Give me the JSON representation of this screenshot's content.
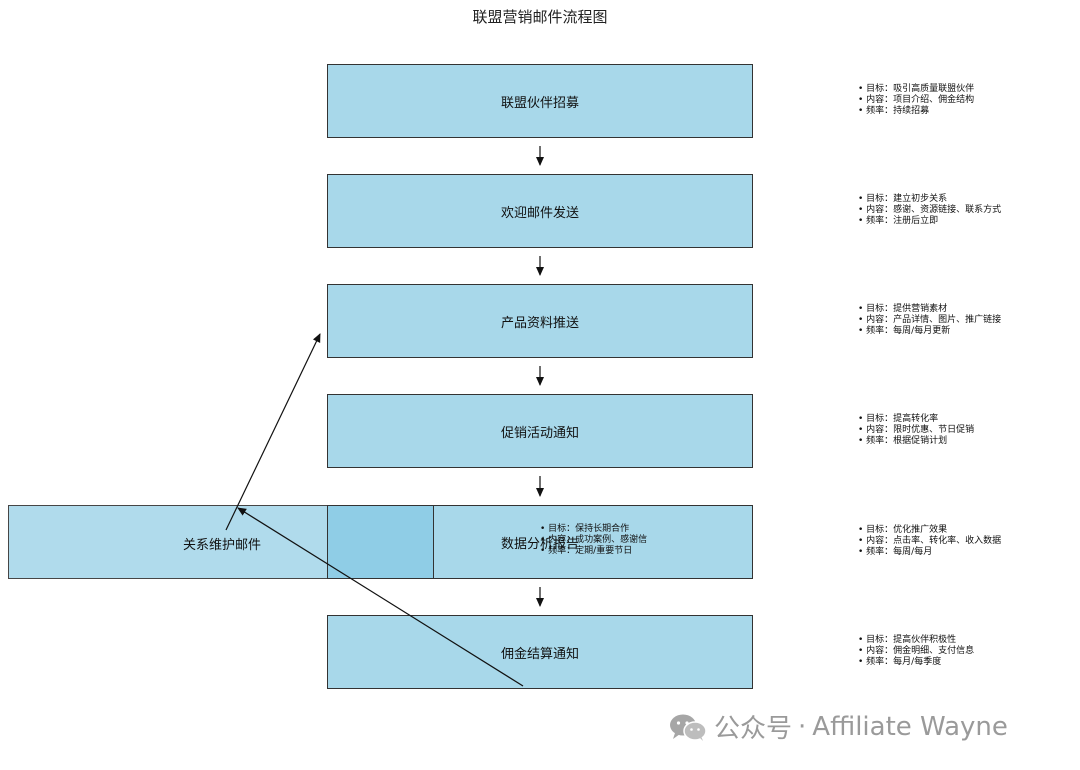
{
  "title": "联盟营销邮件流程图",
  "steps": [
    {
      "label": "联盟伙伴招募",
      "notes": [
        "目标：吸引高质量联盟伙伴",
        "内容：项目介绍、佣金结构",
        "频率：持续招募"
      ]
    },
    {
      "label": "欢迎邮件发送",
      "notes": [
        "目标：建立初步关系",
        "内容：感谢、资源链接、联系方式",
        "频率：注册后立即"
      ]
    },
    {
      "label": "产品资料推送",
      "notes": [
        "目标：提供营销素材",
        "内容：产品详情、图片、推广链接",
        "频率：每周/每月更新"
      ]
    },
    {
      "label": "促销活动通知",
      "notes": [
        "目标：提高转化率",
        "内容：限时优惠、节日促销",
        "频率：根据促销计划"
      ]
    },
    {
      "label": "数据分析报告",
      "notes": [
        "目标：优化推广效果",
        "内容：点击率、转化率、收入数据",
        "频率：每周/每月"
      ]
    },
    {
      "label": "佣金结算通知",
      "notes": [
        "目标：提高伙伴积极性",
        "内容：佣金明细、支付信息",
        "频率：每月/每季度"
      ]
    }
  ],
  "side": {
    "label": "关系维护邮件",
    "notes": [
      "目标：保持长期合作",
      "内容：成功案例、感谢信",
      "频率：定期/重要节日"
    ]
  },
  "watermark": {
    "prefix": "公众号",
    "separator": "·",
    "name": "Affiliate Wayne"
  },
  "colors": {
    "box": "#a8d8ea",
    "border": "#333333",
    "watermark": "#9a9a9a"
  },
  "icons": {
    "watermark": "wechat-icon"
  }
}
